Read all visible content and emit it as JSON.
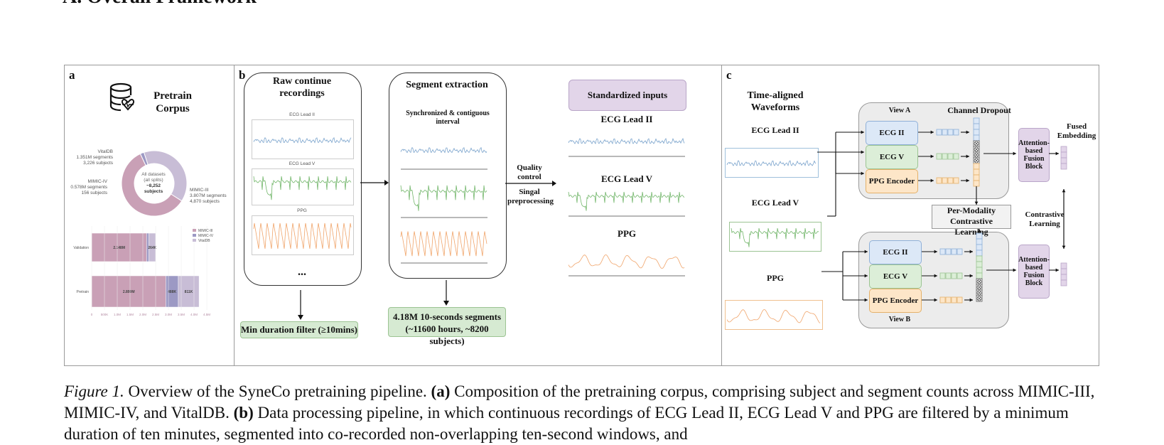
{
  "heading": "A. Overall Framework",
  "panels": {
    "a": "a",
    "b": "b",
    "c": "c"
  },
  "panel_a": {
    "title_line1": "Pretrain",
    "title_line2": "Corpus",
    "donut": {
      "center_line1": "All datasets",
      "center_line2": "(all splits)",
      "center_line3": "~8,252",
      "center_line4": "subjects",
      "slices": [
        {
          "name": "MIMIC-III",
          "segments": "3.807M segments",
          "subjects": "4,870 subjects",
          "value": 4870,
          "color": "#c9a0b6"
        },
        {
          "name": "MIMIC-IV",
          "segments": "0.578M segments",
          "subjects": "156 subjects",
          "value": 156,
          "color": "#9c99c4"
        },
        {
          "name": "VitalDB",
          "segments": "1.351M segments",
          "subjects": "3,226 subjects",
          "value": 3226,
          "color": "#c8bdd6"
        }
      ]
    },
    "bars": {
      "rows": [
        {
          "label": "Validation",
          "segments": [
            {
              "value": 2.148,
              "text": "2.148M",
              "color": "#c9a0b6"
            },
            {
              "value": 0.09,
              "text": "",
              "color": "#9c99c4"
            },
            {
              "value": 0.264,
              "text": "264K",
              "color": "#c8bdd6"
            }
          ]
        },
        {
          "label": "Pretrain",
          "segments": [
            {
              "value": 2.899,
              "text": "2.899M",
              "color": "#c9a0b6"
            },
            {
              "value": 0.488,
              "text": "488K",
              "color": "#9c99c4"
            },
            {
              "value": 0.811,
              "text": "811K",
              "color": "#c8bdd6"
            }
          ]
        }
      ],
      "legend": [
        "MIMIC-III",
        "MIMIC-IV",
        "VitalDB"
      ],
      "ticks": [
        "0",
        "500K",
        "1.0M",
        "1.5M",
        "2.0M",
        "2.5M",
        "3.0M",
        "3.5M",
        "4.0M",
        "4.5M"
      ]
    }
  },
  "panel_b": {
    "raw_title": "Raw continue recordings",
    "raw_labels": [
      "ECG Lead II",
      "ECG Lead V",
      "PPG"
    ],
    "ellipsis": "...",
    "seg_title": "Segment extraction",
    "seg_sub": "Synchronized & contiguous interval",
    "quality": "Quality control",
    "signal": "Singal preprocessing",
    "std_title": "Standardized inputs",
    "std_labels": [
      "ECG Lead II",
      "ECG Lead V",
      "PPG"
    ],
    "min_filter": "Min duration filter (≥10mins)",
    "seg_result_line1": "4.18M 10-seconds segments",
    "seg_result_line2": "(~11600 hours, ~8200 subjects)"
  },
  "panel_c": {
    "ta_title_line1": "Time-aligned",
    "ta_title_line2": "Waveforms",
    "leads": [
      "ECG Lead II",
      "ECG Lead V",
      "PPG"
    ],
    "view_a": "View A",
    "view_b": "View B",
    "channel_dropout": "Channel Dropout",
    "encoders": [
      "ECG II Encoder",
      "ECG V Encoder",
      "PPG Encoder"
    ],
    "fusion": "Attention-based Fusion Block",
    "fused_line1": "Fused",
    "fused_line2": "Embedding",
    "contrastive_line1": "Contrastive",
    "contrastive_line2": "Learning",
    "per_modality_line1": "Per-Modality",
    "per_modality_line2": "Contrastive Learning"
  },
  "caption": {
    "fig": "Figure 1.",
    "text1": "Overview of the SyneCo pretraining pipeline.",
    "a_label": "(a)",
    "text2": "Composition of the pretraining corpus, comprising subject and segment counts across MIMIC-III, MIMIC-IV, and VitalDB.",
    "b_label": "(b)",
    "text3": "Data processing pipeline, in which continuous recordings of ECG Lead II, ECG Lead V and PPG are filtered by a minimum duration of ten minutes, segmented into co-recorded non-overlapping ten-second windows, and"
  },
  "colors": {
    "ecg2": "#7aa3cc",
    "ecgv": "#72b66a",
    "ppg": "#f0a46a",
    "fusion": "#e2d5e9",
    "filter": "#d6ead2"
  }
}
